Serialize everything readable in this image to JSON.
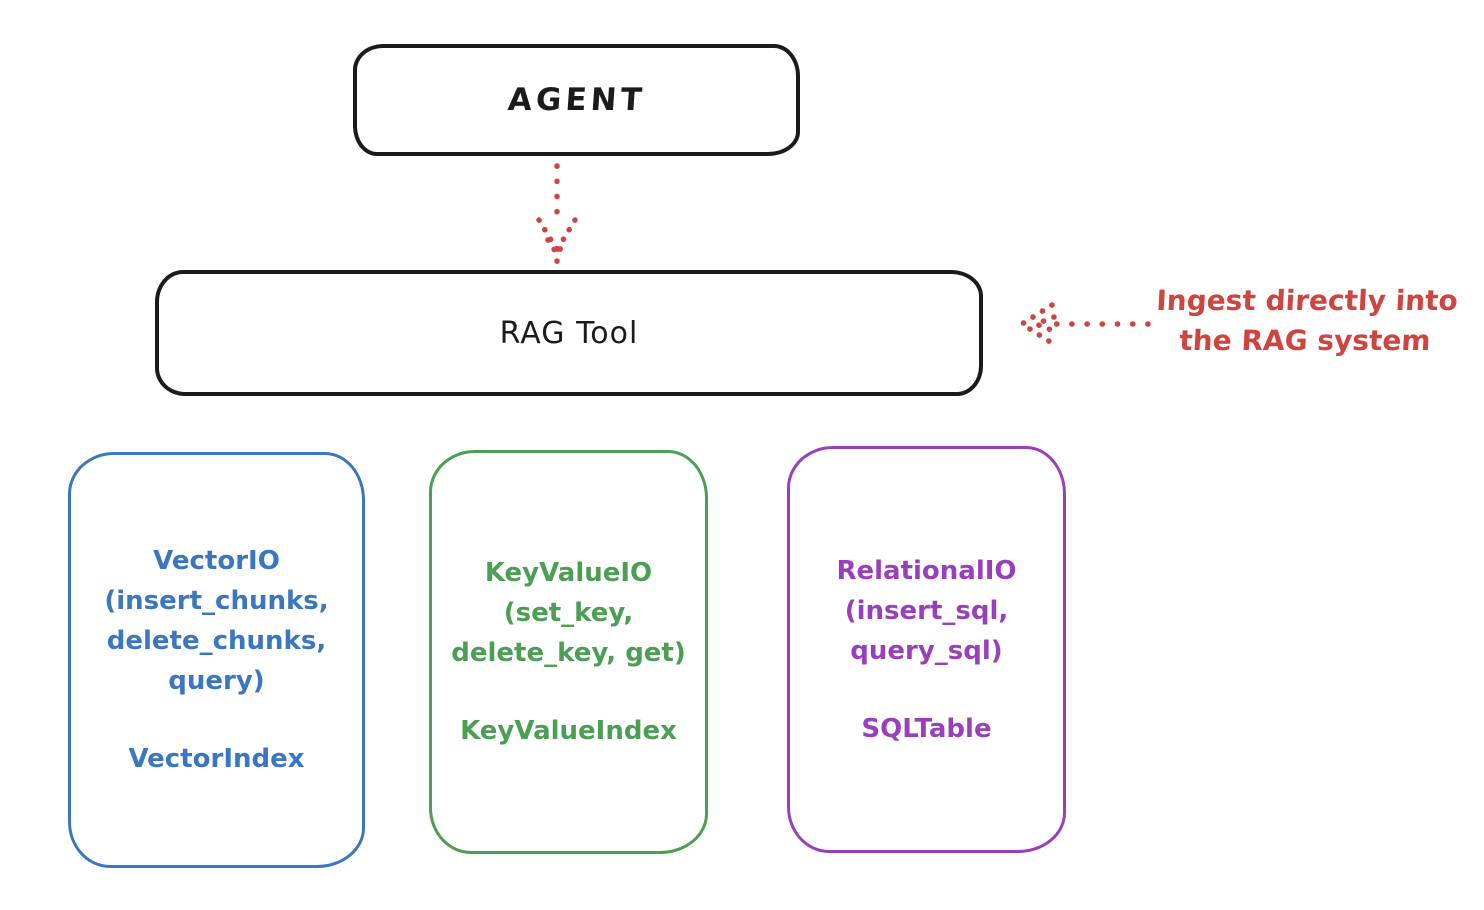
{
  "colors": {
    "ink": "#1b1b1b",
    "red": "#ce443e",
    "blue": "#3b76c0",
    "green": "#4b9e52",
    "purple": "#9a3fbc",
    "background": "#ffffff"
  },
  "agent": {
    "label": "AGENT"
  },
  "rag_tool": {
    "label": "RAG Tool"
  },
  "annotation": {
    "line1": "Ingest directly into",
    "line2": "the RAG system"
  },
  "backends": [
    {
      "name": "VectorIO",
      "color": "#3b76c0",
      "lines": [
        "VectorIO",
        "(insert_chunks,",
        "delete_chunks,",
        "query)"
      ],
      "index_label": "VectorIndex"
    },
    {
      "name": "KeyValueIO",
      "color": "#4b9e52",
      "lines": [
        "KeyValueIO",
        "(set_key,",
        "delete_key, get)"
      ],
      "index_label": "KeyValueIndex"
    },
    {
      "name": "RelationalIO",
      "color": "#9a3fbc",
      "lines": [
        "RelationalIO",
        "(insert_sql,",
        "query_sql)"
      ],
      "index_label": "SQLTable"
    }
  ]
}
